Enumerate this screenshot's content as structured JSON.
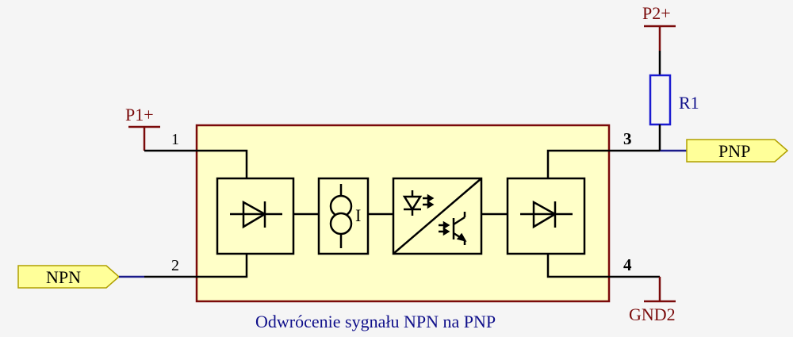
{
  "power": {
    "p1": "P1+",
    "p2": "P2+",
    "gnd": "GND2"
  },
  "resistor": {
    "label": "R1"
  },
  "ports": {
    "npn": "NPN",
    "pnp": "PNP"
  },
  "pins": {
    "p1": "1",
    "p2": "2",
    "p3": "3",
    "p4": "4"
  },
  "current_source": {
    "label": "I"
  },
  "caption": "Odwrócenie sygnału NPN na PNP",
  "colors": {
    "background": "#f5f5f5",
    "module_fill": "#ffffc8",
    "port_fill": "#ffff99",
    "power_net": "#7a0a0a",
    "resistor": "#1a1ad0",
    "caption": "#0f0f8a"
  }
}
